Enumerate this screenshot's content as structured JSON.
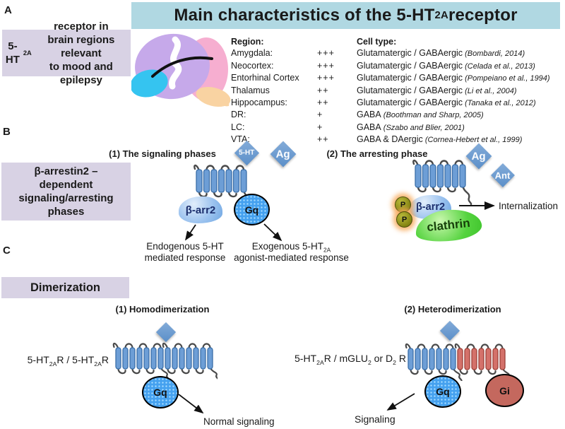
{
  "colors": {
    "title_bar": "#b0d8e2",
    "label_box": "#d8d2e4",
    "helix_blue": "#6d9ed6",
    "helix_blue_border": "#3a6ea8",
    "helix_red": "#d4716a",
    "helix_red_border": "#9c4038",
    "loop": "#4a4a4a",
    "diamond_fill": "#5b8fc9",
    "gq_fill": "#45a1ef",
    "gi_fill": "#c4685e",
    "clathrin_fill": "#55d33f",
    "p_fill": "#80800f",
    "brain_purple": "#c6a9ea",
    "brain_pink": "#f6aed0",
    "brain_cyan": "#35c4f0",
    "brain_peach": "#f9d3a2"
  },
  "panels": {
    "a": "A",
    "b": "B",
    "c": "C"
  },
  "title": {
    "segs": [
      {
        "t": "Main characteristics of the 5-HT"
      },
      {
        "t": "2A",
        "sub": true
      },
      {
        "t": " receptor"
      }
    ]
  },
  "panelA": {
    "label": {
      "segs": [
        {
          "t": "5-HT"
        },
        {
          "t": "2A",
          "sub": true
        },
        {
          "t": " receptor in\nbrain regions relevant\nto mood and epilepsy"
        }
      ]
    },
    "table": {
      "region_header": "Region:",
      "cell_header": "Cell type:",
      "rows": [
        {
          "region": "Amygdala:",
          "level": "+++",
          "cell": "Glutamatergic / GABAergic",
          "ref": "(Bombardi, 2014)"
        },
        {
          "region": "Neocortex:",
          "level": "+++",
          "cell": "Glutamatergic / GABAergic",
          "ref": "(Celada et al., 2013)"
        },
        {
          "region": "Entorhinal Cortex",
          "level": "+++",
          "cell": "Glutamatergic / GABAergic",
          "ref": "(Pompeiano et al., 1994)"
        },
        {
          "region": "Thalamus",
          "level": "++",
          "cell": "Glutamatergic / GABAergic",
          "ref": "(Li et al., 2004)"
        },
        {
          "region": "Hippocampus:",
          "level": "++",
          "cell": "Glutamatergic / GABAergic",
          "ref": "(Tanaka et al., 2012)"
        },
        {
          "region": "DR:",
          "level": "+",
          "cell": "GABA",
          "ref": "(Boothman and Sharp, 2005)"
        },
        {
          "region": "LC:",
          "level": "+",
          "cell": "GABA",
          "ref": "(Szabo and Blier, 2001)"
        },
        {
          "region": "VTA:",
          "level": "++",
          "cell": "GABA & DAergic",
          "ref": "(Cornea-Hebert et al., 1999)"
        }
      ]
    }
  },
  "panelB": {
    "label": "β-arrestin2 –\ndependent\nsignaling/arresting\nphases",
    "heading1": "(1) The signaling phases",
    "heading2": "(2) The arresting phase",
    "diamond_5ht": "5-HT",
    "diamond_ag": "Ag",
    "diamond_ant": "Ant",
    "barr2": "β-arr2",
    "gq": "Gq",
    "p": "P",
    "clathrin": "clathrin",
    "internalization": "Internalization",
    "endogenous_line1": "Endogenous 5-HT",
    "endogenous_line2": "mediated response",
    "exogenous_line1": {
      "segs": [
        {
          "t": "Exogenous 5-HT"
        },
        {
          "t": "2A",
          "sub": true
        }
      ]
    },
    "exogenous_line2": "agonist-mediated response"
  },
  "panelC": {
    "label": "Dimerization",
    "heading1": "(1) Homodimerization",
    "heading2": "(2) Heterodimerization",
    "homo_label": {
      "segs": [
        {
          "t": "5-HT"
        },
        {
          "t": "2A",
          "sub": true
        },
        {
          "t": "R / 5-HT"
        },
        {
          "t": "2A",
          "sub": true
        },
        {
          "t": "R"
        }
      ]
    },
    "hetero_label": {
      "segs": [
        {
          "t": "5-HT"
        },
        {
          "t": "2A",
          "sub": true
        },
        {
          "t": "R / mGLU"
        },
        {
          "t": "2",
          "sub": true
        },
        {
          "t": " or D"
        },
        {
          "t": "2",
          "sub": true
        },
        {
          "t": " R"
        }
      ]
    },
    "gq": "Gq",
    "gi": "Gi",
    "normal_signaling": "Normal signaling",
    "signaling": "Signaling"
  }
}
